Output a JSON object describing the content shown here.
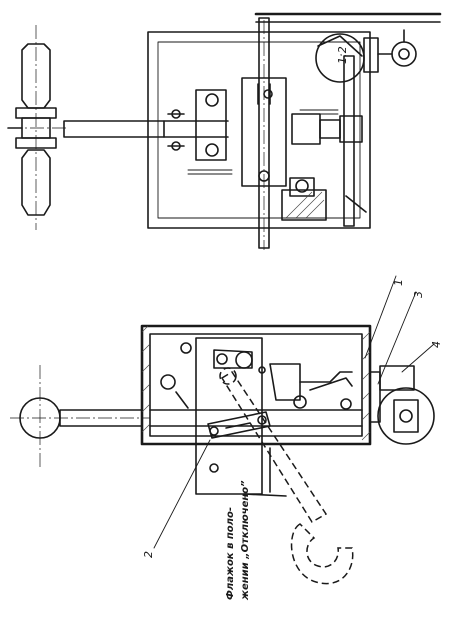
{
  "drawing": {
    "callouts": {
      "c1": "1",
      "c2": "2",
      "c3": "3",
      "c4": "4",
      "plan_note": "1:2"
    },
    "caption": {
      "line1": "Флажок в поло-",
      "line2": "жении „Отключено”"
    }
  }
}
